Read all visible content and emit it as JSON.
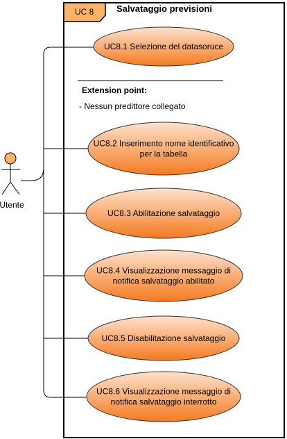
{
  "system": {
    "tag": "UC 8",
    "title": "Salvataggio previsioni"
  },
  "actor": {
    "label": "Utente"
  },
  "extension": {
    "title": "Extension point:",
    "item": "- Nessun predittore collegato"
  },
  "use_cases": [
    {
      "id": "uc8-1",
      "lines": [
        "UC8.1 Selezione del datasoruce"
      ]
    },
    {
      "id": "uc8-2",
      "lines": [
        "UC8.2 Inserimento nome identificativo",
        "per la tabella"
      ]
    },
    {
      "id": "uc8-3",
      "lines": [
        "UC8.3 Abilitazione salvataggio"
      ]
    },
    {
      "id": "uc8-4",
      "lines": [
        "UC8.4 Visualizzazione messaggio di",
        "notifica salvataggio abilitato"
      ]
    },
    {
      "id": "uc8-5",
      "lines": [
        "UC8.5 Disabilitazione salvataggio"
      ]
    },
    {
      "id": "uc8-6",
      "lines": [
        "UC8.6 Visualizzazione messaggio di",
        "notifica salvataggio interrotto"
      ]
    }
  ],
  "colors": {
    "ellipse_top": "#fde2cc",
    "ellipse_bottom": "#f47a20",
    "ellipse_stroke": "#333333",
    "tag_fill": "#ffb366",
    "line": "#000000"
  }
}
